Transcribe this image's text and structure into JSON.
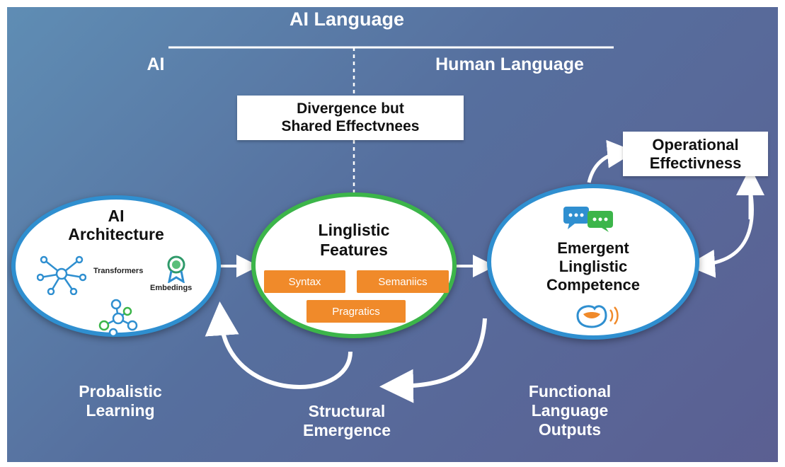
{
  "header": {
    "title": "AI Language",
    "left_label": "AI",
    "right_label": "Human Language"
  },
  "divergence_box": {
    "line1": "Divergence but",
    "line2": "Shared Effectvnees"
  },
  "operational_box": {
    "line1": "Operational",
    "line2": "Effectivness"
  },
  "ai_architecture": {
    "line1": "AI",
    "line2": "Architecture",
    "transformers": "Transformers",
    "embeddings": "Embedings"
  },
  "linguistic_features": {
    "line1": "Linglistic",
    "line2": "Features",
    "syntax": "Syntax",
    "semantics": "Semaniics",
    "pragmatics": "Pragratics"
  },
  "emergent": {
    "line1": "Emergent",
    "line2": "Linglistic",
    "line3": "Competence"
  },
  "bottom_labels": {
    "probabilistic_1": "Probalistic",
    "probabilistic_2": "Learning",
    "structural_1": "Structural",
    "structural_2": "Emergence",
    "functional_1": "Functional",
    "functional_2": "Language",
    "functional_3": "Outputs"
  },
  "colors": {
    "ai_ring": "#2f8fd0",
    "features_ring": "#3cb54a",
    "emergent_ring": "#2f8fd0",
    "chip": "#f08a2a"
  }
}
